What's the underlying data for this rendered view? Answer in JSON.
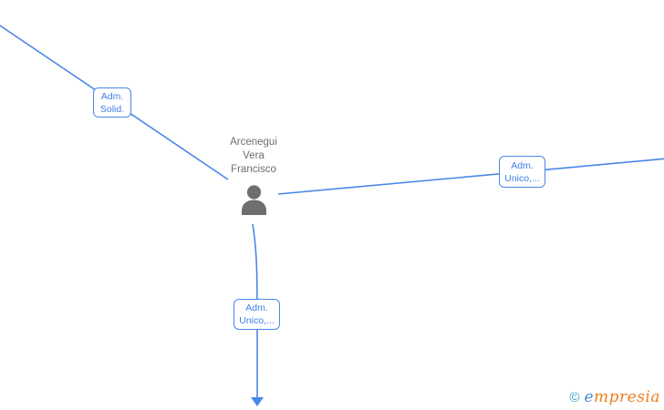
{
  "graph": {
    "center_node": {
      "name_line1": "Arcenegui",
      "name_line2": "Vera",
      "name_line3": "Francisco"
    },
    "edge_labels": {
      "top_left": {
        "line1": "Adm.",
        "line2": "Solid."
      },
      "right": {
        "line1": "Adm.",
        "line2": "Unico,..."
      },
      "bottom": {
        "line1": "Adm.",
        "line2": "Unico,..."
      }
    }
  },
  "watermark": {
    "copyright_symbol": "©",
    "brand_initial": "e",
    "brand_rest": "mpresia"
  },
  "colors": {
    "edge_blue": "#4a86e8",
    "label_border": "#4a86e8",
    "label_text": "#3d7de8",
    "node_name_text": "#6e6e6e",
    "person_icon_gray": "#6e6e6e",
    "logo_blue": "#3598c9",
    "logo_orange": "#ee7c1b"
  }
}
